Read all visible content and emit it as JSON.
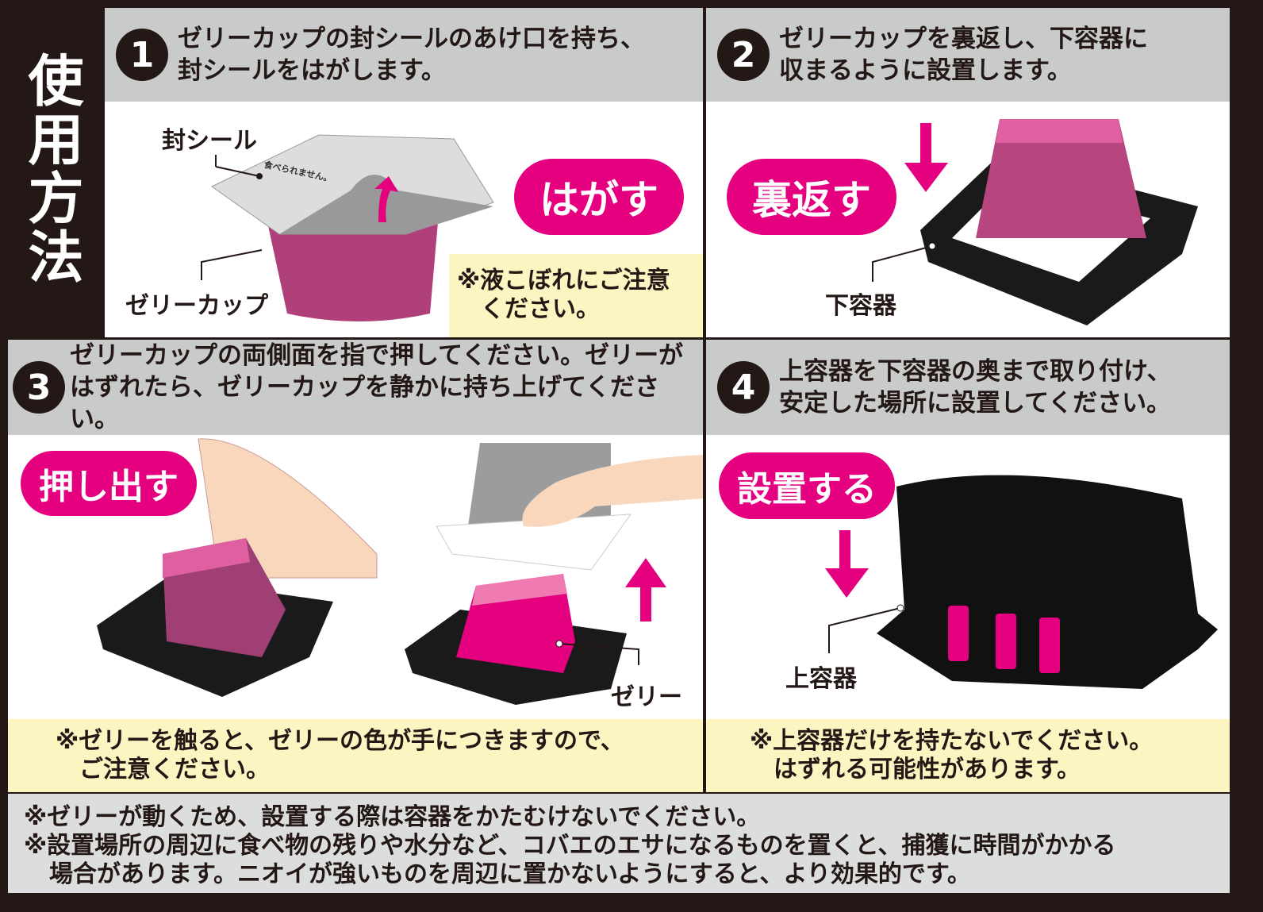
{
  "title": "使用方法",
  "steps": [
    {
      "number": "1",
      "text": "ゼリーカップの封シールのあけ口を持ち、\n封シールをはがします。",
      "action": "はがす",
      "labels": {
        "seal": "封シール",
        "cup": "ゼリーカップ",
        "seal_print": "食べられません。"
      },
      "note": "※液こぼれにご注意\n　ください。"
    },
    {
      "number": "2",
      "text": "ゼリーカップを裏返し、下容器に\n収まるように設置します。",
      "action": "裏返す",
      "labels": {
        "lower": "下容器"
      }
    },
    {
      "number": "3",
      "text": "ゼリーカップの両側面を指で押してください。ゼリーが\nはずれたら、ゼリーカップを静かに持ち上げてください。",
      "action": "押し出す",
      "labels": {
        "jelly": "ゼリー"
      },
      "note": "※ゼリーを触ると、ゼリーの色が手につきますので、\n　ご注意ください。"
    },
    {
      "number": "4",
      "text": "上容器を下容器の奥まで取り付け、\n安定した場所に設置してください。",
      "action": "設置する",
      "labels": {
        "upper": "上容器"
      },
      "note": "※上容器だけを持たないでください。\n　はずれる可能性があります。"
    }
  ],
  "footer_notes": [
    "※ゼリーが動くため、設置する際は容器をかたむけないでください。",
    "※設置場所の周辺に食べ物の残りや水分など、コバエのエサになるものを置くと、捕獲に時間がかかる\n場合があります。ニオイが強いものを周辺に置かないようにすると、より効果的です。"
  ],
  "colors": {
    "accent": "#e4007f",
    "dark": "#231815",
    "header": "#c9caca",
    "note": "#fcf5c2"
  }
}
